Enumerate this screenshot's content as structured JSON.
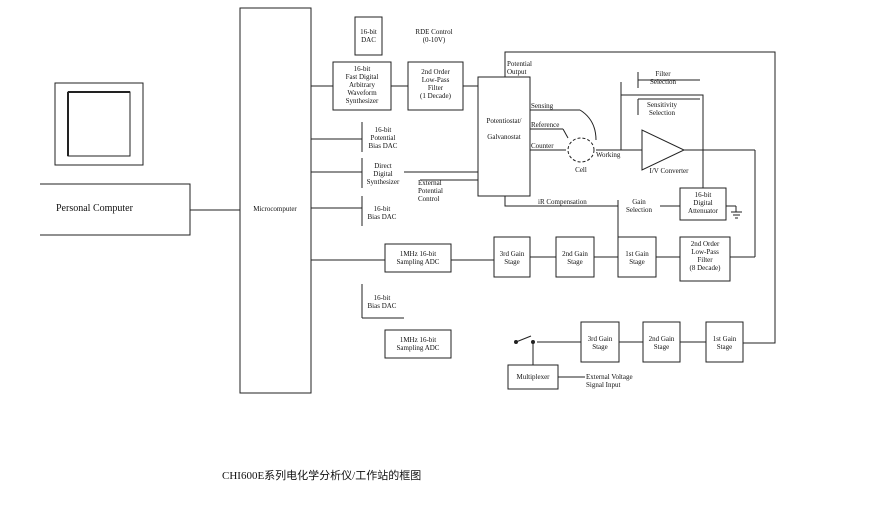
{
  "blocks": {
    "personal_computer": "Personal Computer",
    "microcomputer": "Microcomputer",
    "dac16_top": "16-bit\nDAC",
    "rde_control": "RDE Control\n(0-10V)",
    "waveform_synth": "16-bit\nFast Digital\nArbitrary\nWaveform\nSynthesizer",
    "lowpass_1decade": "2nd Order\nLow-Pass\nFilter\n(1 Decade)",
    "potential_output": "Potential\nOutput",
    "potentiostat": "Potentiostat/\n\nGalvanostat",
    "filter_selection": "Filter\nSelection",
    "sensitivity_selection": "Sensitivity\nSelection",
    "sensing": "Sensing",
    "reference": "Reference",
    "counter": "Counter",
    "working": "Working",
    "cell": "Cell",
    "iv_converter": "I/V Converter",
    "potential_bias_dac": "16-bit\nPotential\nBias DAC",
    "direct_digital_synth": "Direct\nDigital\nSynthesizer",
    "external_potential_control": "External\nPotential\nControl",
    "bias_dac_1": "16-bit\nBias DAC",
    "ir_compensation": "iR Compensation",
    "gain_selection": "Gain\nSelection",
    "digital_attenuator": "16-bit\nDigital\nAttenuator",
    "adc_1": "1MHz 16-bit\nSampling ADC",
    "gain3_a": "3rd Gain\nStage",
    "gain2_a": "2nd Gain\nStage",
    "gain1_a": "1st Gain\nStage",
    "lowpass_8decade": "2nd Order\nLow-Pass\nFilter\n(8 Decade)",
    "bias_dac_2": "16-bit\nBias DAC",
    "adc_2": "1MHz 16-bit\nSampling ADC",
    "gain3_b": "3rd Gain\nStage",
    "gain2_b": "2nd Gain\nStage",
    "gain1_b": "1st Gain\nStage",
    "multiplexer": "Multiplexer",
    "external_voltage_input": "External Voltage\nSignal Input"
  },
  "caption": "CHI600E系列电化学分析仪/工作站的框图"
}
